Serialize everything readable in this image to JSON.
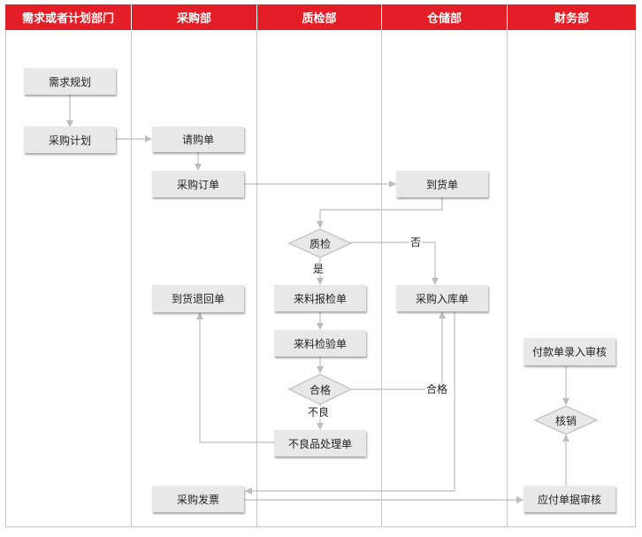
{
  "lanes": [
    {
      "id": "demand",
      "label": "需求或者计划部门"
    },
    {
      "id": "purchase",
      "label": "采购部"
    },
    {
      "id": "qc",
      "label": "质检部"
    },
    {
      "id": "warehouse",
      "label": "仓储部"
    },
    {
      "id": "finance",
      "label": "财务部"
    }
  ],
  "nodes": {
    "demand_plan": "需求规划",
    "purchase_plan": "采购计划",
    "requisition": "请购单",
    "purchase_order": "采购订单",
    "arrival_note": "到货单",
    "quality_check": "质检",
    "return_note": "到货退回单",
    "incoming_report": "来料报检单",
    "receipt_note": "采购入库单",
    "incoming_inspection": "来料检验单",
    "qualified_check": "合格",
    "defect_handling": "不良品处理单",
    "purchase_invoice": "采购发票",
    "payment_entry": "付款单录入审核",
    "writeoff": "核销",
    "payable_audit": "应付单据审核"
  },
  "edge_labels": {
    "no": "否",
    "yes": "是",
    "qualified": "合格",
    "defective": "不良"
  },
  "colors": {
    "header": "#e41e26",
    "box": "#e8e8e8",
    "line": "#bdbdbd"
  }
}
